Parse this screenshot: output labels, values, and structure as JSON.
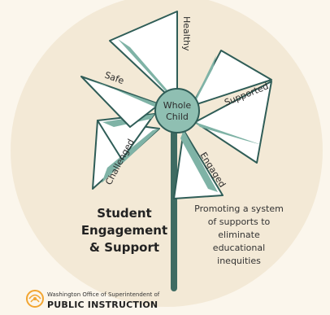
{
  "diagram": {
    "center": {
      "line1": "Whole",
      "line2": "Child"
    },
    "blade_labels": {
      "healthy": "Healthy",
      "supported": "Supported",
      "engaged": "Engaged",
      "challenged": "Challenged",
      "safe": "Safe"
    },
    "heading": {
      "line1": "Student",
      "line2": "Engagement",
      "line3": "& Support"
    },
    "description": {
      "line1": "Promoting a system",
      "line2": "of supports to",
      "line3": "eliminate",
      "line4": "educational",
      "line5": "inequities"
    }
  },
  "footer": {
    "line1": "Washington Office of Superintendent of",
    "line2": "PUBLIC INSTRUCTION"
  },
  "colors": {
    "background": "#fbf6ec",
    "circle": "#f3e9d6",
    "teal": "#7fb3a6",
    "teal_dark": "#2f5d57",
    "hub": "#8fbfb2",
    "logo": "#f2a531"
  }
}
